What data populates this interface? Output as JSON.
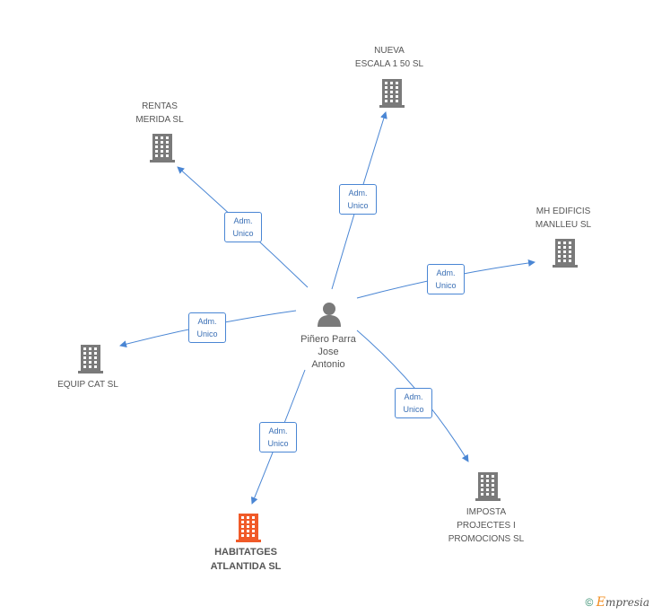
{
  "person": {
    "name_lines": [
      "Piñero Parra",
      "Jose",
      "Antonio"
    ],
    "icon": "person-icon"
  },
  "companies": [
    {
      "id": "nueva",
      "lines": [
        "NUEVA",
        "ESCALA 1 50 SL"
      ],
      "highlight": false,
      "icon": "building-icon"
    },
    {
      "id": "rentas",
      "lines": [
        "RENTAS",
        "MERIDA  SL"
      ],
      "highlight": false,
      "icon": "building-icon"
    },
    {
      "id": "mh",
      "lines": [
        "MH EDIFICIS",
        "MANLLEU SL"
      ],
      "highlight": false,
      "icon": "building-icon"
    },
    {
      "id": "equip",
      "lines": [
        "EQUIP CAT SL"
      ],
      "highlight": false,
      "icon": "building-icon"
    },
    {
      "id": "imposta",
      "lines": [
        "IMPOSTA",
        "PROJECTES I",
        "PROMOCIONS SL"
      ],
      "highlight": false,
      "icon": "building-icon"
    },
    {
      "id": "habitatges",
      "lines": [
        "HABITATGES",
        "ATLANTIDA SL"
      ],
      "highlight": true,
      "icon": "building-icon"
    }
  ],
  "relations": [
    {
      "to": "nueva",
      "lines": [
        "Adm.",
        "Unico"
      ]
    },
    {
      "to": "rentas",
      "lines": [
        "Adm.",
        "Unico"
      ]
    },
    {
      "to": "mh",
      "lines": [
        "Adm.",
        "Unico"
      ]
    },
    {
      "to": "equip",
      "lines": [
        "Adm.",
        "Unico"
      ]
    },
    {
      "to": "imposta",
      "lines": [
        "Adm.",
        "Unico"
      ]
    },
    {
      "to": "habitatges",
      "lines": [
        "Adm.",
        "Unico"
      ]
    }
  ],
  "colors": {
    "edge": "#4a86d4",
    "building": "#7a7a7a",
    "highlight": "#f05a28",
    "person": "#7a7a7a"
  },
  "footer": {
    "copyright": "©",
    "brand_initial": "E",
    "brand_rest": "mpresia"
  }
}
